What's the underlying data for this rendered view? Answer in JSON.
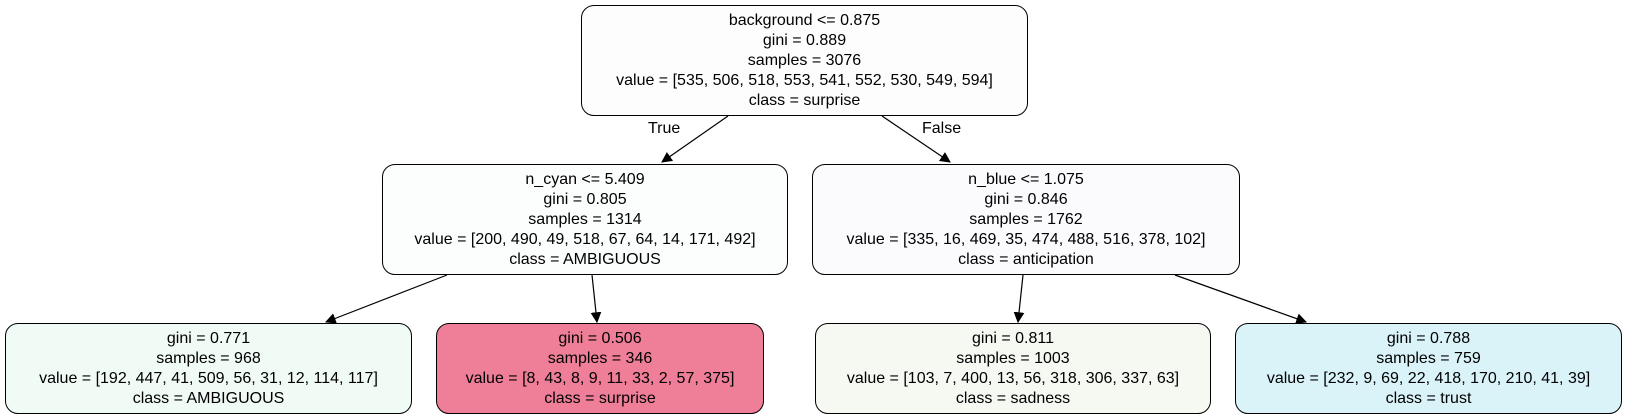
{
  "tree": {
    "root": {
      "split": "background <= 0.875",
      "gini": "gini = 0.889",
      "samples": "samples = 3076",
      "value": "value = [535, 506, 518, 553, 541, 552, 530, 549, 594]",
      "class": "class = surprise",
      "fill": "#fdfdfd"
    },
    "edge_labels": {
      "true_label": "True",
      "false_label": "False"
    },
    "left": {
      "split": "n_cyan <= 5.409",
      "gini": "gini = 0.805",
      "samples": "samples = 1314",
      "value": "value = [200, 490, 49, 518, 67, 64, 14, 171, 492]",
      "class": "class = AMBIGUOUS",
      "fill": "#fcfefd"
    },
    "right": {
      "split": "n_blue <= 1.075",
      "gini": "gini = 0.846",
      "samples": "samples = 1762",
      "value": "value = [335, 16, 469, 35, 474, 488, 516, 378, 102]",
      "class": "class = anticipation",
      "fill": "#fbfbfe"
    },
    "left_left": {
      "gini": "gini = 0.771",
      "samples": "samples = 968",
      "value": "value = [192, 447, 41, 509, 56, 31, 12, 114, 117]",
      "class": "class = AMBIGUOUS",
      "fill": "#f1fbf6"
    },
    "left_right": {
      "gini": "gini = 0.506",
      "samples": "samples = 346",
      "value": "value = [8, 43, 8, 9, 11, 33, 2, 57, 375]",
      "class": "class = surprise",
      "fill": "#ef7e98"
    },
    "right_left": {
      "gini": "gini = 0.811",
      "samples": "samples = 1003",
      "value": "value = [103, 7, 400, 13, 56, 318, 306, 337, 63]",
      "class": "class = sadness",
      "fill": "#f5f9f2"
    },
    "right_right": {
      "gini": "gini = 0.788",
      "samples": "samples = 759",
      "value": "value = [232, 9, 69, 22, 418, 170, 210, 41, 39]",
      "class": "class = trust",
      "fill": "#daf3f8"
    }
  }
}
